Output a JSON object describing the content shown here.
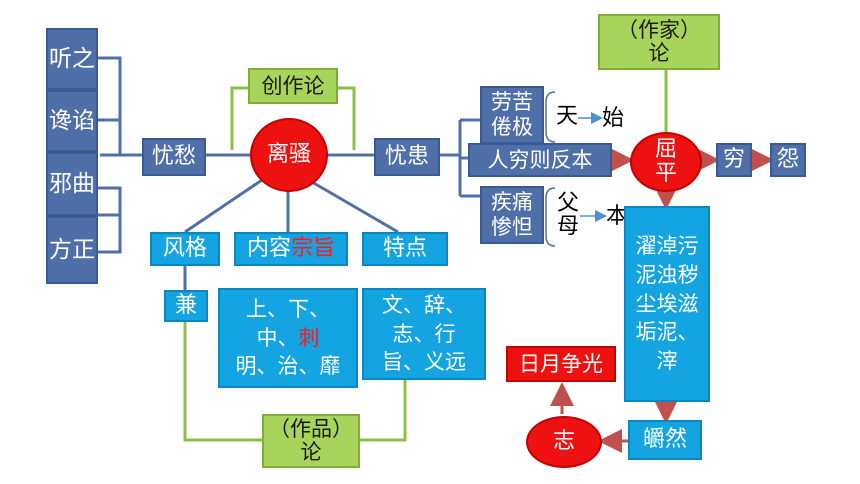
{
  "left_column": [
    "听之",
    "谗谄",
    "邪曲",
    "方正"
  ],
  "youchou": "忧愁",
  "chuangzuo_lun": "创作论",
  "lisao": "离骚",
  "youhuan": "忧患",
  "fengge": "风格",
  "neirong": "内容",
  "zongzhi": "宗旨",
  "tedian": "特点",
  "jian": "兼",
  "content_line1": "上、下、",
  "content_line2_prefix": "中、",
  "content_line2_red": "刺",
  "content_line3": "明、治、靡",
  "trait_line1": "文、辞、",
  "trait_line2": "志、行",
  "trait_line3": "旨、义远",
  "zuopin_lun_a": "（作品）",
  "zuopin_lun_b": "论",
  "zuojia_lun_a": "（作家）",
  "zuojia_lun_b": "论",
  "laoku_juanji": "劳苦倦极",
  "tian": "天",
  "shi": "始",
  "renqiong": "人穷则反本",
  "jitong_candan": "疾痛惨怛",
  "fumu": "父母",
  "ben": "本",
  "quping": "屈平",
  "qiong": "穷",
  "yuan": "怨",
  "zhuozhuo": "濯淖污泥浊秽尘埃滋垢泥、滓",
  "jiaoran": "皭然",
  "zhi": "志",
  "riyue": "日月争光",
  "colors": {
    "navy": "#4f6fa8",
    "cyan": "#14a4e2",
    "green": "#a9d45b",
    "red": "#ee1111",
    "connector": "#4f6fa8",
    "green_connector": "#8cc04a",
    "arrow": "#c0504d"
  }
}
